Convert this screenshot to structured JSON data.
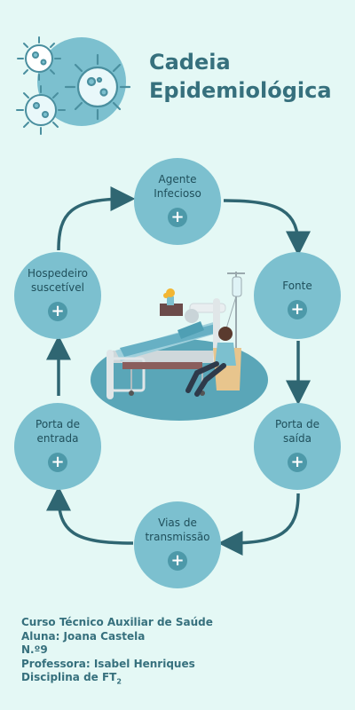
{
  "title": {
    "line1": "Cadeia",
    "line2": "Epidemiológica"
  },
  "nodes": {
    "agente": {
      "label": "Agente\nInfecioso",
      "button": "+"
    },
    "fonte": {
      "label": "Fonte",
      "button": "+"
    },
    "saida": {
      "label": "Porta de\nsaída",
      "button": "+"
    },
    "vias": {
      "label": "Vias de\ntransmissão",
      "button": "+"
    },
    "entrada": {
      "label": "Porta de\nentrada",
      "button": "+"
    },
    "hospedeiro": {
      "label": "Hospedeiro\nsuscetível",
      "button": "+"
    }
  },
  "footer": {
    "curso": "Curso Técnico Auxiliar de Saúde",
    "aluna": "Aluna: Joana Castela",
    "numero": "N.º9",
    "professora": "Professora: Isabel Henriques",
    "disciplina": "Disciplina de FT",
    "disciplina_sub": "2"
  },
  "colors": {
    "background": "#e4f8f5",
    "node": "#7cc0cf",
    "arrow": "#2f6672",
    "title": "#36707d"
  },
  "icons": [
    "virus-icon",
    "hospital-bed-illustration",
    "plus-icon"
  ]
}
